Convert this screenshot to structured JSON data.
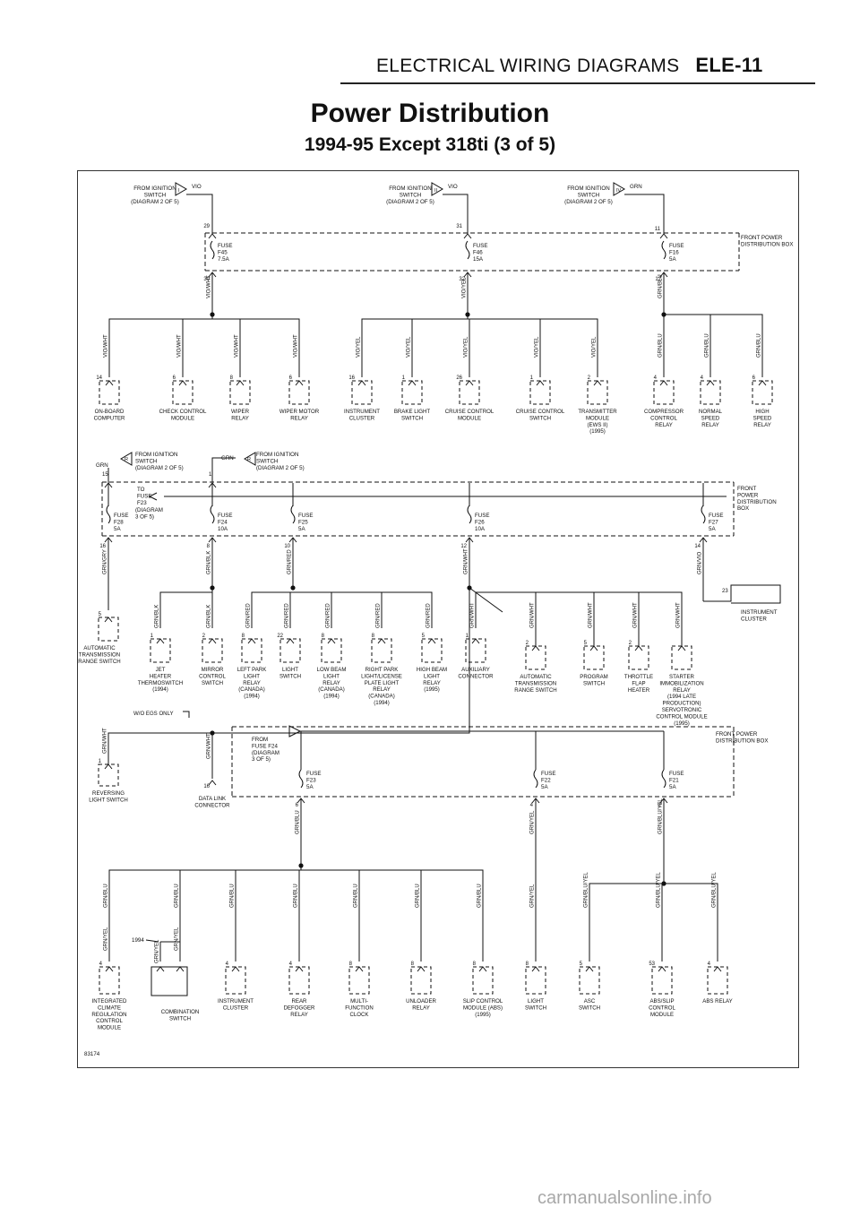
{
  "header": {
    "section": "ELECTRICAL WIRING DIAGRAMS",
    "page": "ELE-11"
  },
  "title": "Power Distribution",
  "subtitle": "1994-95 Except 318ti (3 of 5)",
  "figure_code": "83174",
  "watermark": "carmanualsonline.info",
  "top_sources": [
    {
      "label": [
        "FROM IGNITION",
        "SWITCH",
        "(DIAGRAM 2 OF 5)"
      ],
      "wire": "VIO",
      "sw": "I",
      "pin_in": "29"
    },
    {
      "label": [
        "FROM IGNITION",
        "SWITCH",
        "(DIAGRAM 2 OF 5)"
      ],
      "wire": "VIO",
      "sw": "II",
      "pin_in": "31"
    },
    {
      "label": [
        "FROM IGNITION",
        "SWITCH",
        "(DIAGRAM 2 OF 5)"
      ],
      "wire": "GRN",
      "sw": "IV",
      "pin_in": "11"
    }
  ],
  "top_fuses": [
    {
      "lines": [
        "FUSE",
        "F45",
        "7.5A"
      ],
      "pin_out": "30",
      "wire": "VIO/WHT"
    },
    {
      "lines": [
        "FUSE",
        "F46",
        "15A"
      ],
      "pin_out": "32",
      "wire": "VIO/YEL"
    },
    {
      "lines": [
        "FUSE",
        "F16",
        "5A"
      ],
      "pin_out": "12",
      "wire": "GRN/BLU"
    }
  ],
  "front_box_1": [
    "FRONT POWER",
    "DISTRIBUTION BOX"
  ],
  "row1": [
    {
      "wire": "VIO/WHT",
      "pin": "14",
      "name": [
        "ON-BOARD",
        "COMPUTER"
      ]
    },
    {
      "wire": "VIO/WHT",
      "pin": "6",
      "name": [
        "CHECK CONTROL",
        "MODULE"
      ]
    },
    {
      "wire": "VIO/WHT",
      "pin": "8",
      "name": [
        "WIPER",
        "RELAY"
      ]
    },
    {
      "wire": "VIO/WHT",
      "pin": "6",
      "name": [
        "WIPER MOTOR",
        "RELAY"
      ]
    },
    {
      "wire": "VIO/YEL",
      "pin": "16",
      "name": [
        "INSTRUMENT",
        "CLUSTER"
      ]
    },
    {
      "wire": "VIO/YEL",
      "pin": "1",
      "name": [
        "BRAKE LIGHT",
        "SWITCH"
      ]
    },
    {
      "wire": "VIO/YEL",
      "pin": "26",
      "name": [
        "CRUISE CONTROL",
        "MODULE"
      ]
    },
    {
      "wire": "VIO/YEL",
      "pin": "1",
      "name": [
        "CRUISE CONTROL",
        "SWITCH"
      ]
    },
    {
      "wire": "VIO/YEL",
      "pin": "2",
      "name": [
        "TRANSMITTER",
        "MODULE",
        "(EWS II)",
        "(1995)"
      ]
    },
    {
      "wire": "GRN/BLU",
      "pin": "4",
      "name": [
        "COMPRESSOR",
        "CONTROL",
        "RELAY"
      ]
    },
    {
      "wire": "GRN/BLU",
      "pin": "4",
      "name": [
        "NORMAL",
        "SPEED",
        "RELAY"
      ]
    },
    {
      "wire": "GRN/BLU",
      "pin": "6",
      "name": [
        "HIGH",
        "SPEED",
        "RELAY"
      ]
    }
  ],
  "mid_sources": [
    {
      "label": [
        "FROM IGNITION",
        "SWITCH",
        "(DIAGRAM 2 OF 5)"
      ],
      "wire": "GRN",
      "sw": "R",
      "pin_in": "15"
    },
    {
      "label": [
        "FROM IGNITION",
        "SWITCH",
        "(DIAGRAM 2 OF 5)"
      ],
      "wire": "GRN",
      "sw": "R",
      "pin_in": "1"
    }
  ],
  "to_fuse": [
    "TO",
    "FUSE",
    "F23",
    "(DIAGRAM",
    "3 OF 5)"
  ],
  "mid_fuses": [
    {
      "lines": [
        "FUSE",
        "F28",
        "5A"
      ],
      "pin_out": "16",
      "wire": "GRN/GRY"
    },
    {
      "lines": [
        "FUSE",
        "F24",
        "10A"
      ],
      "pin_out": "8",
      "wire": "GRN/BLK"
    },
    {
      "lines": [
        "FUSE",
        "F25",
        "5A"
      ],
      "pin_out": "10",
      "wire": "GRN/RED"
    },
    {
      "lines": [
        "FUSE",
        "F26",
        "10A"
      ],
      "pin_out": "12",
      "wire": "GRN/WHT"
    },
    {
      "lines": [
        "FUSE",
        "F27",
        "5A"
      ],
      "pin_out": "14",
      "wire": "GRN/VIO"
    }
  ],
  "front_box_2": [
    "FRONT",
    "POWER",
    "DISTRIBUTION",
    "BOX"
  ],
  "instrument_cluster": {
    "pin": "23",
    "name": [
      "INSTRUMENT",
      "CLUSTER"
    ]
  },
  "row2": [
    {
      "wire": "",
      "pin": "5",
      "name": [
        "AUTOMATIC",
        "TRANSMISSION",
        "RANGE SWITCH"
      ]
    },
    {
      "wire": "GRN/BLK",
      "pin": "1",
      "name": [
        "JET",
        "HEATER",
        "THERMOSWITCH",
        "(1994)"
      ]
    },
    {
      "wire": "GRN/BLK",
      "pin": "2",
      "name": [
        "MIRROR",
        "CONTROL",
        "SWITCH"
      ]
    },
    {
      "wire": "GRN/RED",
      "pin": "8",
      "name": [
        "LEFT PARK",
        "LIGHT",
        "RELAY",
        "(CANADA)",
        "(1994)"
      ]
    },
    {
      "wire": "GRN/RED",
      "pin": "22",
      "name": [
        "LIGHT",
        "SWITCH"
      ]
    },
    {
      "wire": "GRN/RED",
      "pin": "8",
      "name": [
        "LOW BEAM",
        "LIGHT",
        "RELAY",
        "(CANADA)",
        "(1994)"
      ]
    },
    {
      "wire": "GRN/RED",
      "pin": "8",
      "name": [
        "RIGHT PARK",
        "LIGHT/LICENSE",
        "PLATE LIGHT",
        "RELAY",
        "(CANADA)",
        "(1994)"
      ]
    },
    {
      "wire": "GRN/RED",
      "pin": "5",
      "name": [
        "HIGH BEAM",
        "LIGHT",
        "RELAY",
        "(1995)"
      ]
    },
    {
      "wire": "GRN/WHT",
      "pin": "1",
      "name": [
        "AUXILIARY",
        "CONNECTOR"
      ]
    },
    {
      "wire": "GRN/WHT",
      "pin": "2",
      "name": [
        "AUTOMATIC",
        "TRANSMISSION",
        "RANGE SWITCH"
      ]
    },
    {
      "wire": "GRN/WHT",
      "pin": "5",
      "name": [
        "PROGRAM",
        "SWITCH"
      ]
    },
    {
      "wire": "GRN/WHT",
      "pin": "2",
      "name": [
        "THROTTLE",
        "FLAP",
        "HEATER"
      ]
    },
    {
      "wire": "GRN/WHT",
      "pin": "",
      "name": [
        "STARTER",
        "IMMOBILIZATION",
        "RELAY",
        "(1994 LATE",
        "PRODUCTION)",
        "SERVOTRONIC",
        "CONTROL MODULE",
        "(1995)"
      ]
    }
  ],
  "wo_egs": "W/O EGS ONLY",
  "reversing": {
    "wire": "GRN/WHT",
    "pin": "1",
    "name": [
      "REVERSING",
      "LIGHT SWITCH"
    ]
  },
  "datalink": {
    "wire": "GRN/WHT",
    "pin": "16",
    "name": [
      "DATA LINK",
      "CONNECTOR"
    ]
  },
  "from_fuse": [
    "FROM",
    "FUSE F24",
    "(DIAGRAM",
    "3 OF 5)"
  ],
  "bottom_fuses": [
    {
      "lines": [
        "FUSE",
        "F23",
        "5A"
      ],
      "pin_out": "6",
      "wire": "GRN/BLU"
    },
    {
      "lines": [
        "FUSE",
        "F22",
        "5A"
      ],
      "pin_out": "4",
      "wire": "GRN/YEL"
    },
    {
      "lines": [
        "FUSE",
        "F21",
        "5A"
      ],
      "pin_out": "2",
      "wire": "GRN/BLU/YEL"
    }
  ],
  "front_box_3": [
    "FRONT POWER",
    "DISTRIBUTION BOX"
  ],
  "row3_tag": "1994",
  "row3": [
    {
      "wire": "GRN/BLU",
      "wire2": "GRN/YEL",
      "pin": "4",
      "name": [
        "INTEGRATED",
        "CLIMATE",
        "REGULATION",
        "CONTROL",
        "MODULE"
      ]
    },
    {
      "wire": "GRN/BLU",
      "wire2": "GRN/YEL",
      "pin": "",
      "name": [
        "COMBINATION",
        "SWITCH"
      ]
    },
    {
      "wire": "GRN/BLU",
      "wire2": "",
      "pin": "4",
      "name": [
        "INSTRUMENT",
        "CLUSTER"
      ]
    },
    {
      "wire": "GRN/BLU",
      "wire2": "",
      "pin": "4",
      "name": [
        "REAR",
        "DEFOGGER",
        "RELAY"
      ]
    },
    {
      "wire": "GRN/BLU",
      "wire2": "",
      "pin": "8",
      "name": [
        "MULTI-",
        "FUNCTION",
        "CLOCK"
      ]
    },
    {
      "wire": "GRN/BLU",
      "wire2": "",
      "pin": "8",
      "name": [
        "UNLOADER",
        "RELAY"
      ]
    },
    {
      "wire": "GRN/BLU",
      "wire2": "",
      "pin": "8",
      "name": [
        "SLIP CONTROL",
        "MODULE (ABS)",
        "(1995)"
      ]
    },
    {
      "wire": "GRN/YEL",
      "wire2": "",
      "pin": "8",
      "name": [
        "LIGHT",
        "SWITCH"
      ]
    },
    {
      "wire": "GRN/BLU/YEL",
      "wire2": "",
      "pin": "5",
      "name": [
        "ASC",
        "SWITCH"
      ]
    },
    {
      "wire": "GRN/BLU/YEL",
      "wire2": "",
      "pin": "53",
      "name": [
        "ABS/SLIP",
        "CONTROL",
        "MODULE"
      ]
    },
    {
      "wire": "GRN/BLU/YEL",
      "wire2": "",
      "pin": "4",
      "name": [
        "ABS RELAY"
      ]
    }
  ]
}
